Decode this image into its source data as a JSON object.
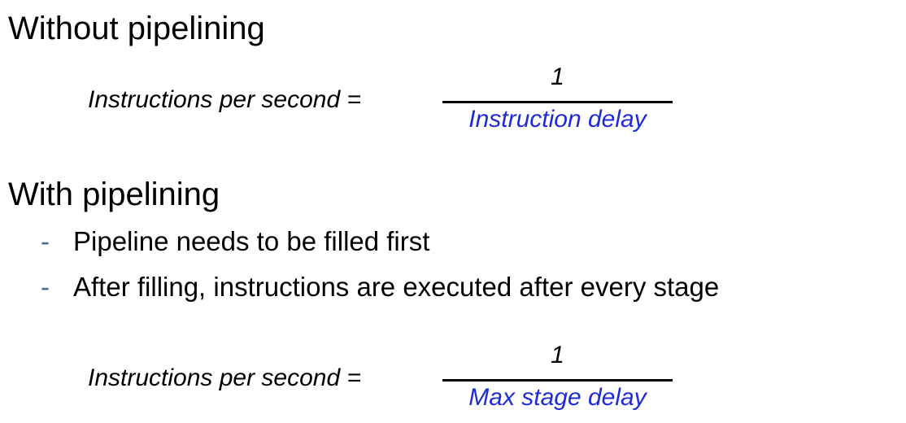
{
  "colors": {
    "text": "#000000",
    "denominator": "#1f2bd6",
    "bullet_dash": "#4b6e9e"
  },
  "section_without": {
    "heading": "Without pipelining",
    "formula": {
      "lhs": "Instructions per second =",
      "numerator": "1",
      "denominator": "Instruction delay"
    }
  },
  "section_with": {
    "heading": "With pipelining",
    "bullets": [
      {
        "marker": "-",
        "text": "Pipeline needs to be filled first"
      },
      {
        "marker": "-",
        "text": "After filling, instructions are executed after every stage"
      }
    ],
    "formula": {
      "lhs": "Instructions per second =",
      "numerator": "1",
      "denominator": "Max stage delay"
    }
  }
}
